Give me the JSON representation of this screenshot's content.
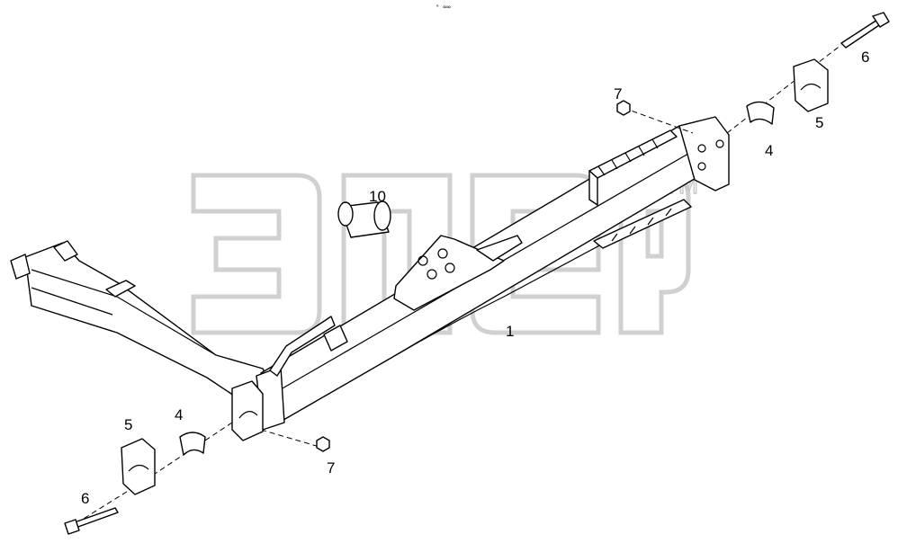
{
  "header_mark": "ᵐ ∞∞",
  "watermark": {
    "text": "эпер",
    "trademark": "TM"
  },
  "callouts": {
    "c1": "1",
    "c4a": "4",
    "c4b": "4",
    "c5a": "5",
    "c5b": "5",
    "c6a": "6",
    "c6b": "6",
    "c7a": "7",
    "c7b": "7",
    "c10": "10"
  }
}
